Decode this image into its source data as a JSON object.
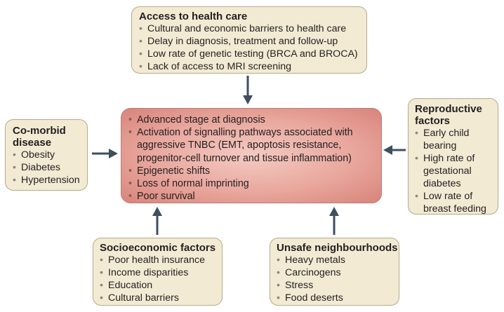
{
  "access": {
    "title": "Access to health care",
    "items": [
      "Cultural and economic barriers to health care",
      "Delay in diagnosis, treatment and follow-up",
      "Low rate of genetic testing (BRCA and BROCA)",
      "Lack of access to MRI screening"
    ]
  },
  "comorbid": {
    "title_line1": "Co-morbid",
    "title_line2": "disease",
    "items": [
      "Obesity",
      "Diabetes",
      "Hypertension"
    ]
  },
  "center": {
    "items": [
      "Advanced stage at diagnosis",
      "Activation of signalling pathways associated with aggressive TNBC (EMT, apoptosis resistance, progenitor-cell turnover and tissue inflammation)",
      "Epigenetic shifts",
      "Loss of normal imprinting",
      "Poor survival"
    ]
  },
  "reproductive": {
    "title_line1": "Reproductive",
    "title_line2": "factors",
    "items": [
      "Early child bearing",
      "High rate of gestational diabetes",
      "Low rate of breast feeding"
    ]
  },
  "socioeconomic": {
    "title": "Socioeconomic factors",
    "items": [
      "Poor health insurance",
      "Income disparities",
      "Education",
      "Cultural barriers"
    ]
  },
  "neighbourhoods": {
    "title": "Unsafe neighbourhoods",
    "items": [
      "Heavy metals",
      "Carcinogens",
      "Stress",
      "Food deserts"
    ]
  },
  "colors": {
    "box_fill": "#f3ead3",
    "box_border": "#b5a98b",
    "center_fill": "#e9a79d",
    "arrow": "#3e4f5e"
  }
}
